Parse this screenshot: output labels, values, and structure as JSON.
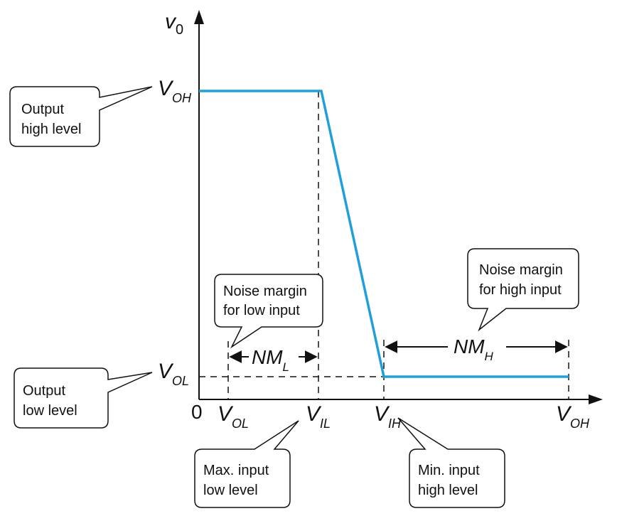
{
  "axes": {
    "y_label": "v",
    "y_label_sub": "0",
    "origin": "0"
  },
  "levels": {
    "v_oh": {
      "main": "V",
      "sub": "OH"
    },
    "v_ol": {
      "main": "V",
      "sub": "OL"
    }
  },
  "x_ticks": [
    {
      "main": "V",
      "sub": "OL"
    },
    {
      "main": "V",
      "sub": "IL"
    },
    {
      "main": "V",
      "sub": "IH"
    },
    {
      "main": "V",
      "sub": "OH"
    }
  ],
  "margins": {
    "nm_l": {
      "main": "NM",
      "sub": "L"
    },
    "nm_h": {
      "main": "NM",
      "sub": "H"
    }
  },
  "callouts": {
    "output_high": [
      "Output",
      "high level"
    ],
    "output_low": [
      "Output",
      "low level"
    ],
    "noise_low": [
      "Noise margin",
      "for low input"
    ],
    "noise_high": [
      "Noise margin",
      "for high input"
    ],
    "max_input_low": [
      "Max. input",
      "low level"
    ],
    "min_input_high": [
      "Min. input",
      "high level"
    ]
  },
  "colors": {
    "curve": "#1fa0dc",
    "axis": "#111111"
  }
}
